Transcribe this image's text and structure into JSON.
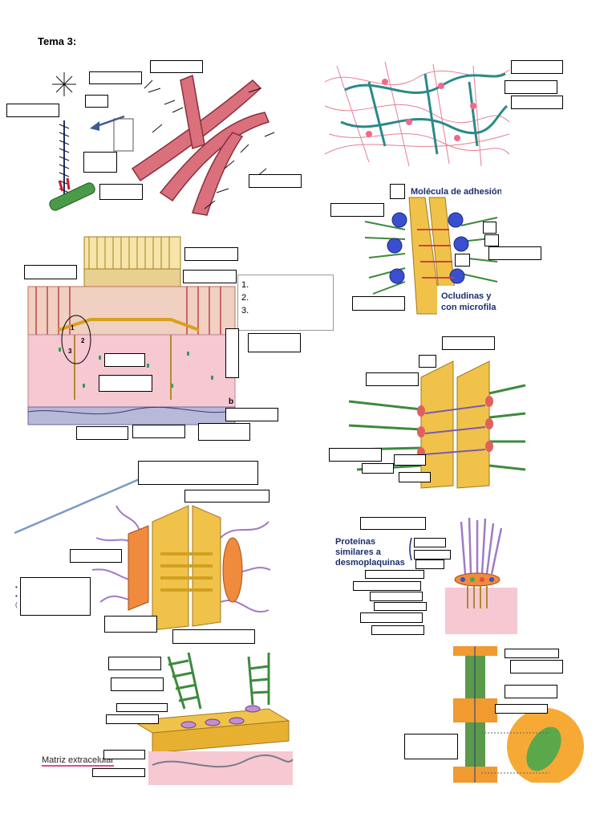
{
  "page_title": "Tema 3:",
  "figure_labels": {
    "fig2_title": "Molécula de adhesión c",
    "fig2_legend": "Ocludinas y con microfila",
    "fig2_legend_line1": "Ocludinas y",
    "fig2_legend_line2": "con microfila",
    "fig3_list": [
      "1.",
      "2.",
      "3."
    ],
    "fig3_markers": [
      "1",
      "2",
      "3"
    ],
    "fig3_corner": "b",
    "fig6_title_line1": "Proteínas",
    "fig6_title_line2": "similares a",
    "fig6_title_line3": "desmoplaquinas",
    "fig7_matrix": "Matriz extracelular"
  },
  "colors": {
    "actin_red": "#d9707c",
    "cytokeratin_green": "#3d8a3d",
    "membrane_yellow": "#f0c24a",
    "cadherin_orange": "#f08a3c",
    "purple_filament": "#a07ac8",
    "pink_tissue": "#f6c8d2",
    "blue_protein": "#3a4fd0",
    "caption_blue": "#1a2f6e",
    "matrix_underline": "#d94a9a"
  },
  "icons": [
    "arrow-icon"
  ]
}
